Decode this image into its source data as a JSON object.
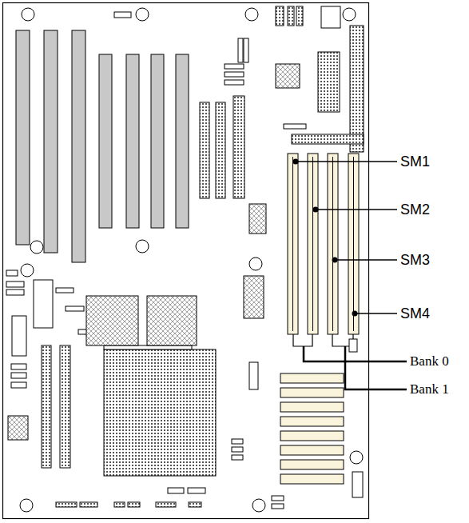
{
  "diagram": {
    "labels": [
      "SM1",
      "SM2",
      "SM3",
      "SM4",
      "Bank 0",
      "Bank 1"
    ]
  }
}
